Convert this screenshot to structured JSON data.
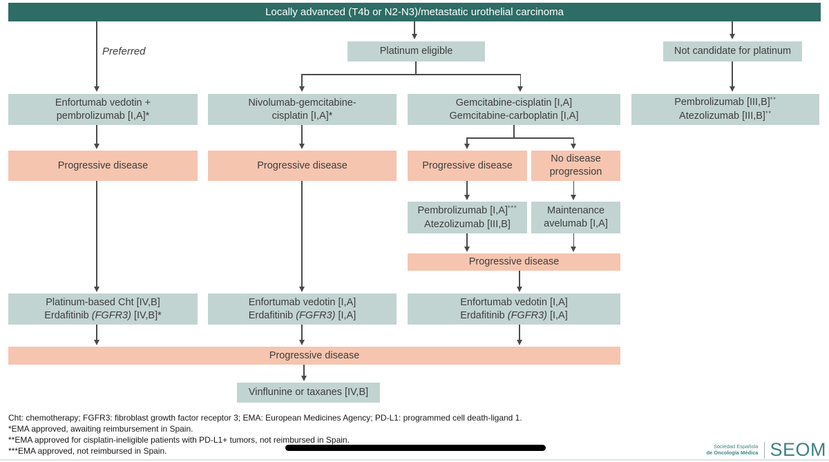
{
  "colors": {
    "header_teal": "#2e6c66",
    "box_teal": "#c2d4d2",
    "salmon": "#f6c5b0",
    "logo_teal": "#3c837f",
    "arrow": "#4a4a4a",
    "redaction": "#000000"
  },
  "header": {
    "title": "Locally advanced (T4b or N2-N3)/metastatic urothelial carcinoma"
  },
  "annotations": {
    "preferred": "Preferred"
  },
  "nodes": {
    "platinum_eligible": {
      "label": "Platinum eligible"
    },
    "not_candidate": {
      "label": "Not candidate for platinum"
    },
    "ev_pembro": {
      "line1": "Enfortumab vedotin +",
      "line2": "pembrolizumab [I,A]*"
    },
    "nivo_gem_cis": {
      "line1": "Nivolumab-gemcitabine-",
      "line2": "cisplatin [I,A]*"
    },
    "gem_cis": {
      "line1": "Gemcitabine-cisplatin [I,A]",
      "line2": "Gemcitabine-carboplatin [I,A]"
    },
    "pembro_atezo_1l": {
      "line1_main": "Pembrolizumab [III,B]",
      "line1_sup": "**",
      "line2_main": "Atezolizumab [III,B]",
      "line2_sup": "**"
    },
    "progressive_disease": "Progressive disease",
    "no_disease_progression": {
      "line1": "No disease",
      "line2": "progression"
    },
    "pembro_atezo_2l": {
      "line1_main": "Pembrolizumab [I,A]",
      "line1_sup": "***",
      "line2": "Atezolizumab [III,B]"
    },
    "maintenance_avelumab": {
      "line1": "Maintenance",
      "line2": "avelumab [I,A]"
    },
    "platinum_cht": {
      "line1": "Platinum-based Cht [IV,B]",
      "line2_pre": "Erdafitinib ",
      "line2_italic": "(FGFR3)",
      "line2_post": " [IV,B]*"
    },
    "ev_erda": {
      "line1": "Enfortumab vedotin [I,A]",
      "line2_pre": "Erdafitinib ",
      "line2_italic": "(FGFR3)",
      "line2_post": " [I,A]"
    },
    "vinflunine": {
      "label": "Vinflunine or taxanes [IV,B]"
    }
  },
  "footnotes": [
    "Cht: chemotherapy; FGFR3: fibroblast growth factor receptor 3; EMA: European Medicines Agency; PD-L1: programmed cell death-ligand 1.",
    "*EMA approved, awaiting reimbursement in Spain.",
    "**EMA approved for cisplatin-ineligible patients with PD-L1+ tumors, not reimbursed in Spain.",
    "***EMA approved, not reimbursed in Spain."
  ],
  "logo": {
    "org_line1": "Sociedad Española",
    "org_line2": "de Oncología Médica",
    "acronym": "SEOM"
  }
}
